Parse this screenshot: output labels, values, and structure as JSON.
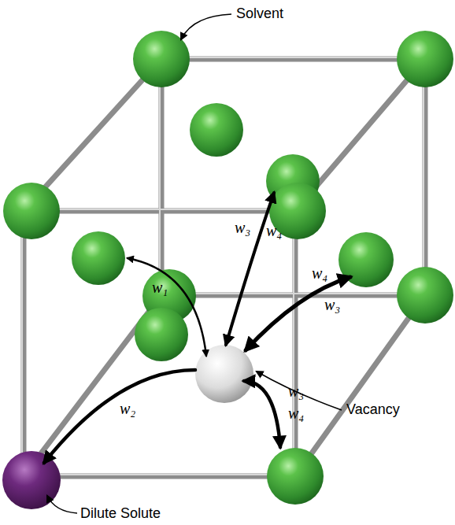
{
  "diagram": {
    "labels": [
      "Solvent",
      "Vacancy",
      "Dilute Solute",
      "w₁",
      "w₂",
      "w₃",
      "w₄",
      "w₄",
      "w₃",
      "w₃",
      "w₄"
    ]
  }
}
